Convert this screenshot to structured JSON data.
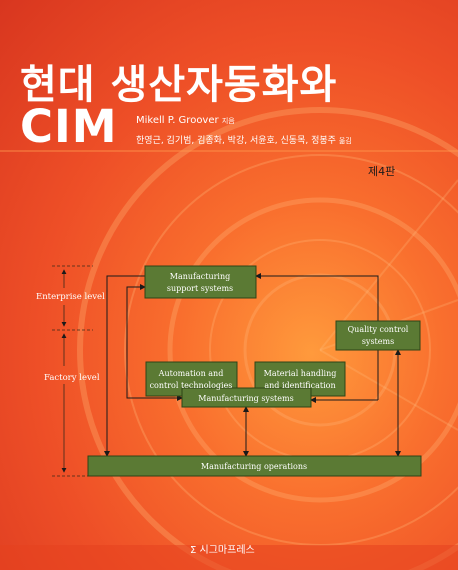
{
  "cover": {
    "title_line1": "현대 생산자동화와",
    "title_line2": "CIM",
    "author": "Mikell P. Groover",
    "author_role": "지음",
    "translators": "한영근, 김기범, 김종화, 박강, 서윤호, 신동목, 정봉주",
    "translators_role": "옮김",
    "edition": "제4판",
    "publisher": "시그마프레스",
    "publisher_logo": "sigma-icon"
  },
  "diagram": {
    "levels": {
      "enterprise": "Enterprise level",
      "factory": "Factory level"
    },
    "boxes": {
      "support_l1": "Manufacturing",
      "support_l2": "support systems",
      "quality_l1": "Quality control",
      "quality_l2": "systems",
      "automation_l1": "Automation and",
      "automation_l2": "control technologies",
      "material_l1": "Material handling",
      "material_l2": "and identification",
      "systems": "Manufacturing systems",
      "operations": "Manufacturing operations"
    },
    "colors": {
      "box_fill": "#5b7a34",
      "box_stroke": "#2e4416",
      "line": "#1a1a1a"
    }
  }
}
